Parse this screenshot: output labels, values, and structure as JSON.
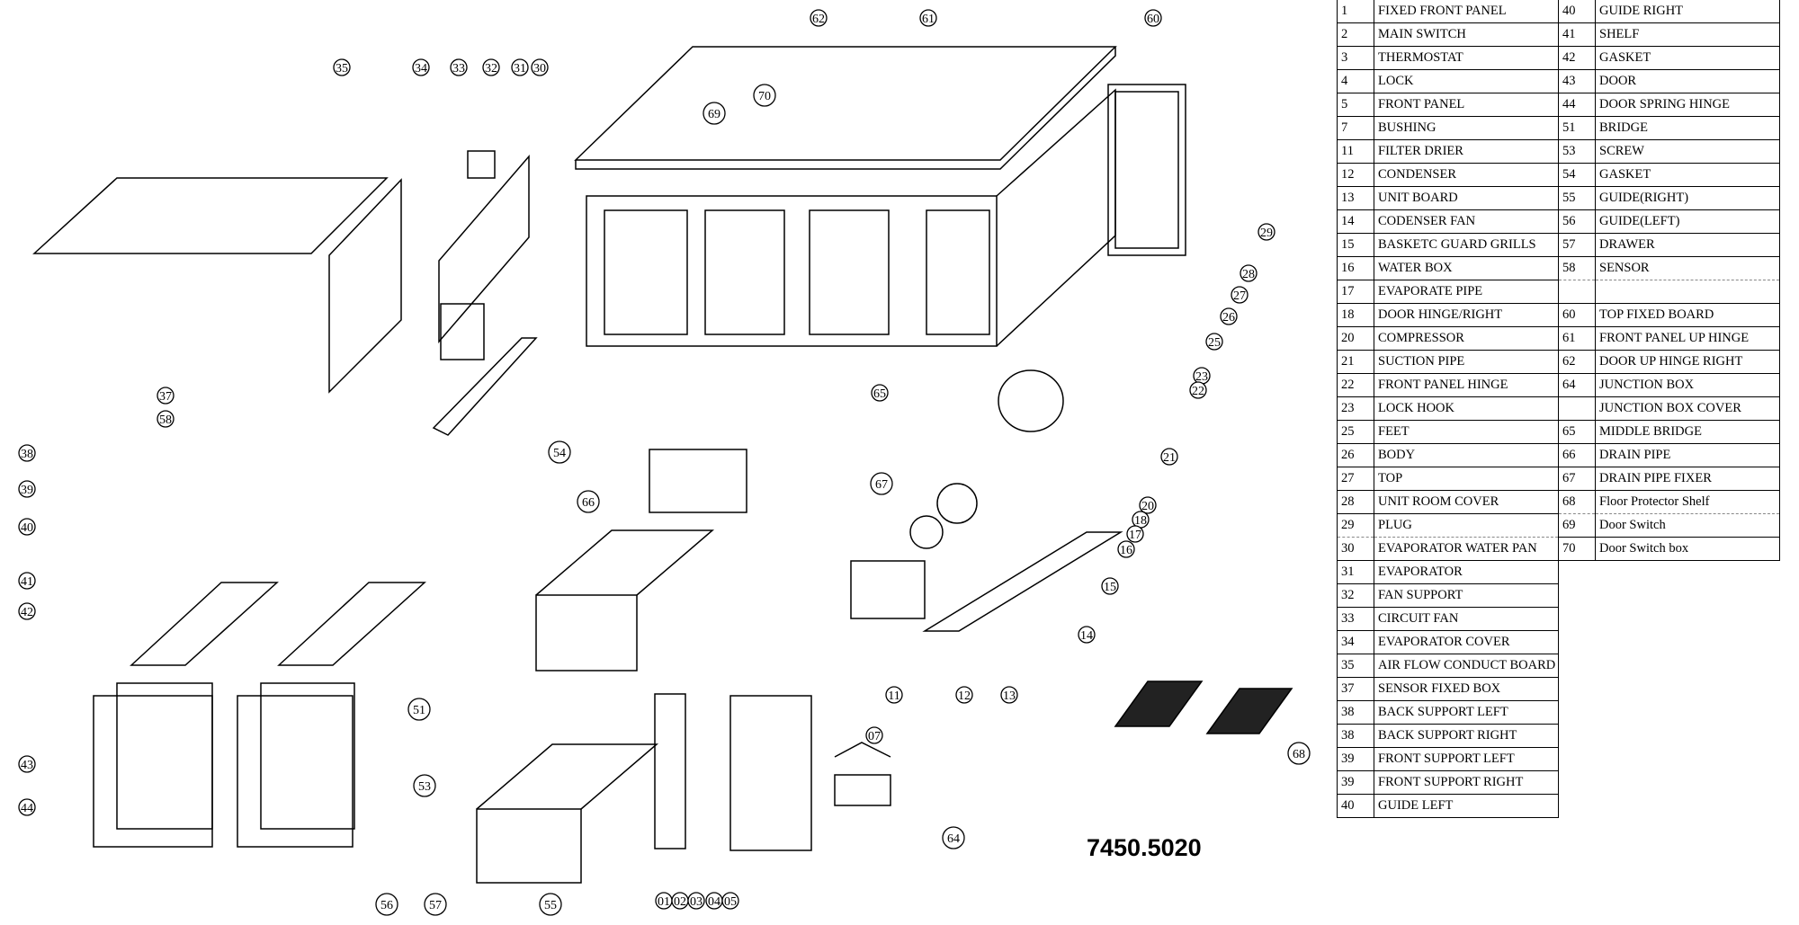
{
  "model_number": "7450.5020",
  "parts_left": [
    {
      "no": "1",
      "name": "FIXED FRONT PANEL"
    },
    {
      "no": "2",
      "name": "MAIN SWITCH"
    },
    {
      "no": "3",
      "name": "THERMOSTAT"
    },
    {
      "no": "4",
      "name": "LOCK"
    },
    {
      "no": "5",
      "name": "FRONT PANEL"
    },
    {
      "no": "7",
      "name": "BUSHING"
    },
    {
      "no": "11",
      "name": "FILTER DRIER"
    },
    {
      "no": "12",
      "name": "CONDENSER"
    },
    {
      "no": "13",
      "name": "UNIT BOARD"
    },
    {
      "no": "14",
      "name": "CODENSER FAN"
    },
    {
      "no": "15",
      "name": "BASKETC GUARD GRILLS"
    },
    {
      "no": "16",
      "name": "WATER BOX"
    },
    {
      "no": "17",
      "name": "EVAPORATE PIPE"
    },
    {
      "no": "18",
      "name": "DOOR HINGE/RIGHT"
    },
    {
      "no": "20",
      "name": "COMPRESSOR"
    },
    {
      "no": "21",
      "name": "SUCTION PIPE"
    },
    {
      "no": "22",
      "name": "FRONT PANEL HINGE"
    },
    {
      "no": "23",
      "name": "LOCK HOOK"
    },
    {
      "no": "25",
      "name": "FEET"
    },
    {
      "no": "26",
      "name": "BODY"
    },
    {
      "no": "27",
      "name": "TOP"
    },
    {
      "no": "28",
      "name": "UNIT ROOM COVER"
    },
    {
      "no": "29",
      "name": "PLUG"
    },
    {
      "no": "30",
      "name": "EVAPORATOR WATER PAN"
    },
    {
      "no": "31",
      "name": "EVAPORATOR"
    },
    {
      "no": "32",
      "name": "FAN SUPPORT"
    },
    {
      "no": "33",
      "name": "CIRCUIT FAN"
    },
    {
      "no": "34",
      "name": "EVAPORATOR COVER"
    },
    {
      "no": "35",
      "name": "AIR FLOW CONDUCT BOARD"
    },
    {
      "no": "37",
      "name": "SENSOR FIXED BOX"
    },
    {
      "no": "38",
      "name": "BACK SUPPORT LEFT"
    },
    {
      "no": "38",
      "name": "BACK SUPPORT RIGHT"
    },
    {
      "no": "39",
      "name": "FRONT SUPPORT LEFT"
    },
    {
      "no": "39",
      "name": "FRONT SUPPORT RIGHT"
    },
    {
      "no": "40",
      "name": "GUIDE LEFT"
    }
  ],
  "parts_right": [
    {
      "no": "40",
      "name": "GUIDE RIGHT"
    },
    {
      "no": "41",
      "name": "SHELF"
    },
    {
      "no": "42",
      "name": "GASKET"
    },
    {
      "no": "43",
      "name": "DOOR"
    },
    {
      "no": "44",
      "name": "DOOR SPRING HINGE"
    },
    {
      "no": "51",
      "name": "BRIDGE"
    },
    {
      "no": "53",
      "name": "SCREW"
    },
    {
      "no": "54",
      "name": "GASKET"
    },
    {
      "no": "55",
      "name": "GUIDE(RIGHT)"
    },
    {
      "no": "56",
      "name": "GUIDE(LEFT)"
    },
    {
      "no": "57",
      "name": "DRAWER"
    },
    {
      "no": "58",
      "name": "SENSOR"
    },
    {
      "no": "",
      "name": ""
    },
    {
      "no": "60",
      "name": "TOP FIXED BOARD"
    },
    {
      "no": "61",
      "name": "FRONT PANEL UP HINGE"
    },
    {
      "no": "62",
      "name": "DOOR UP HINGE RIGHT"
    },
    {
      "no": "64",
      "name": "JUNCTION BOX"
    },
    {
      "no": "",
      "name": "JUNCTION BOX COVER"
    },
    {
      "no": "65",
      "name": "MIDDLE BRIDGE"
    },
    {
      "no": "66",
      "name": "DRAIN PIPE"
    },
    {
      "no": "67",
      "name": "DRAIN PIPE FIXER"
    },
    {
      "no": "68",
      "name": "Floor Protector Shelf"
    },
    {
      "no": "69",
      "name": "Door Switch"
    },
    {
      "no": "70",
      "name": "Door Switch box"
    }
  ],
  "callouts": [
    "35",
    "34",
    "33",
    "32",
    "31",
    "30",
    "62",
    "61",
    "60",
    "69",
    "70",
    "29",
    "28",
    "27",
    "26",
    "25",
    "23",
    "22",
    "21",
    "20",
    "18",
    "17",
    "16",
    "15",
    "14",
    "37",
    "58",
    "38",
    "39",
    "40",
    "41",
    "42",
    "43",
    "44",
    "54",
    "66",
    "65",
    "67",
    "11",
    "12",
    "13",
    "51",
    "53",
    "56",
    "57",
    "55",
    "01",
    "02",
    "03",
    "04",
    "05",
    "07",
    "64",
    "68"
  ]
}
